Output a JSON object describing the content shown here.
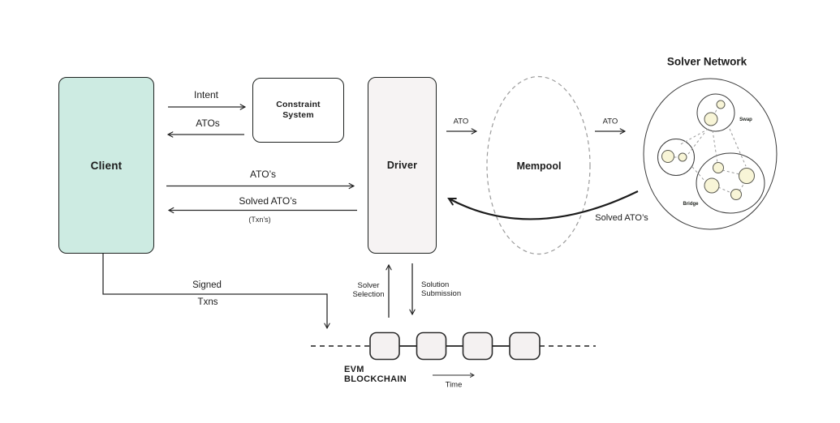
{
  "client": {
    "label": "Client"
  },
  "constraint_system": {
    "label": "Constraint System"
  },
  "driver": {
    "label": "Driver"
  },
  "mempool": {
    "label": "Mempool"
  },
  "solver_network": {
    "title": "Solver Network",
    "swap_label": "Swap",
    "bridge_label": "Bridge"
  },
  "blockchain": {
    "label": "EVM BLOCKCHAIN",
    "time_label": "Time"
  },
  "edges": {
    "intent": "Intent",
    "atos": "ATOs",
    "atos_to_driver": "ATO’s",
    "solved_atos": "Solved ATO’s",
    "solved_atos_note": "(Txn’s)",
    "signed": "Signed",
    "txns": "Txns",
    "ato_to_mempool": "ATO",
    "ato_to_solver": "ATO",
    "solved_atos_curve": "Solved ATO’s",
    "solver_selection": "Solver Selection",
    "solution_submission": "Solution Submission"
  },
  "colors": {
    "client_fill": "#cdebe2",
    "node_fill": "#f6f3f3",
    "block_fill": "#f4f1f1",
    "solver_node_fill": "#f8f5d7",
    "line": "#1f1f1f",
    "dashed_gray": "#9b9b9b"
  }
}
